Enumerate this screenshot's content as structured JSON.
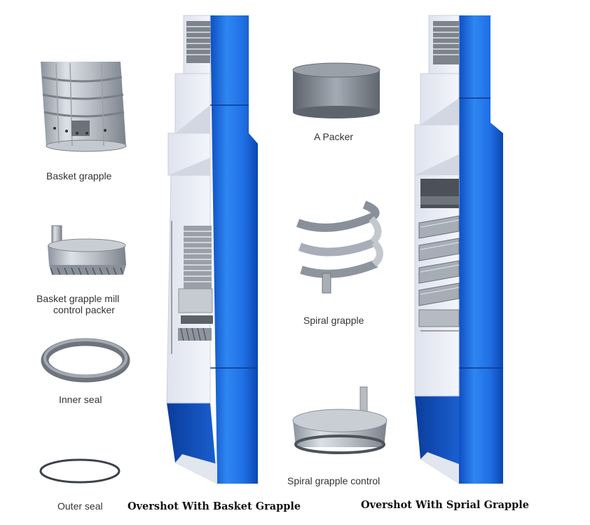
{
  "labels": {
    "basket_grapple": "Basket grapple",
    "mill_control_packer_line1": "Basket grapple mill",
    "mill_control_packer_line2": "control packer",
    "inner_seal": "Inner seal",
    "outer_seal": "Outer seal",
    "a_packer": "A Packer",
    "spiral_grapple": "Spiral grapple",
    "spiral_grapple_control": "Spiral grapple  control"
  },
  "captions": {
    "basket_overshot": "Overshot  With Basket Grapple",
    "spiral_overshot": "Overshot  With Sprial Grapple"
  },
  "colors": {
    "tool_blue": "#1f6fe3",
    "tool_blue_dark": "#0a3d9c",
    "steel_light": "#d7dbe2",
    "steel_mid": "#a8aeb8",
    "steel_dark": "#6f757e",
    "cutaway_face": "#e9ecf5"
  }
}
